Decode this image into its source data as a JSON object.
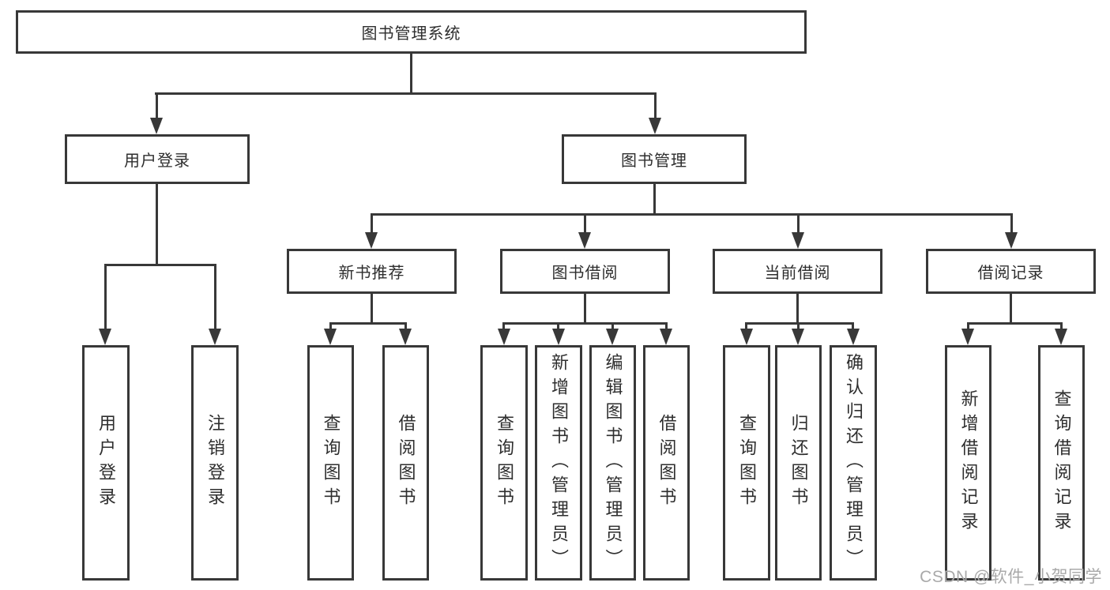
{
  "nodes": {
    "root": "图书管理系统",
    "level2": {
      "user_login": "用户登录",
      "book_mgmt": "图书管理"
    },
    "level3": {
      "new_book": "新书推荐",
      "book_borrow": "图书借阅",
      "current_borrow": "当前借阅",
      "borrow_record": "借阅记录"
    },
    "leaves": {
      "user_login": [
        "用户登录",
        "注销登录"
      ],
      "new_book": [
        "查询图书",
        "借阅图书"
      ],
      "book_borrow": [
        "查询图书",
        "新增图书（管理员）",
        "编辑图书（管理员）",
        "借阅图书"
      ],
      "current_borrow": [
        "查询图书",
        "归还图书",
        "确认归还（管理员）"
      ],
      "borrow_record": [
        "新增借阅记录",
        "查询借阅记录"
      ]
    }
  },
  "watermark": "CSDN @软件_小贺同学",
  "colors": {
    "line": "#383838",
    "text": "#2e2e2e",
    "watermark": "#a9a9a9",
    "background": "#ffffff"
  }
}
